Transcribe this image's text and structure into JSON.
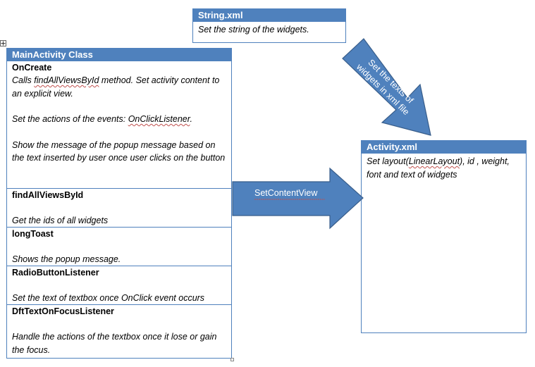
{
  "string_xml": {
    "title": "String.xml",
    "text": "Set the string of the widgets."
  },
  "main_activity": {
    "title": "MainActivity Class",
    "sections": [
      {
        "title": "OnCreate",
        "paragraphs": [
          "Calls findAllViewsById method. Set activity content to an explicit view.",
          "Set the actions of the events: OnClickListener.",
          "Show the message of the popup message based on the text inserted by user once user clicks on the button"
        ]
      },
      {
        "title": "findAllViewsById",
        "text": "Get the ids of all widgets"
      },
      {
        "title": "longToast",
        "text": "Shows the popup message."
      },
      {
        "title": "RadioButtonListener",
        "text": "Set the text of textbox once OnClick event occurs"
      },
      {
        "title": "DftTextOnFocusListener",
        "text": "Handle the actions of the textbox once it lose or gain the focus."
      }
    ]
  },
  "activity_xml": {
    "title": "Activity.xml",
    "text": "Set layout(LinearLayout), id , weight, font and text of widgets"
  },
  "arrows": {
    "set_content_view": "SetContentView",
    "set_texts_line1": "Set the texts of",
    "set_texts_line2": "widgets in xml file"
  },
  "colors": {
    "box_border": "#4f81bd",
    "header_fill": "#4f81bd",
    "arrow_fill": "#4f81bd",
    "arrow_stroke": "#385d8a",
    "spellcheck_underline": "#c0504d"
  }
}
